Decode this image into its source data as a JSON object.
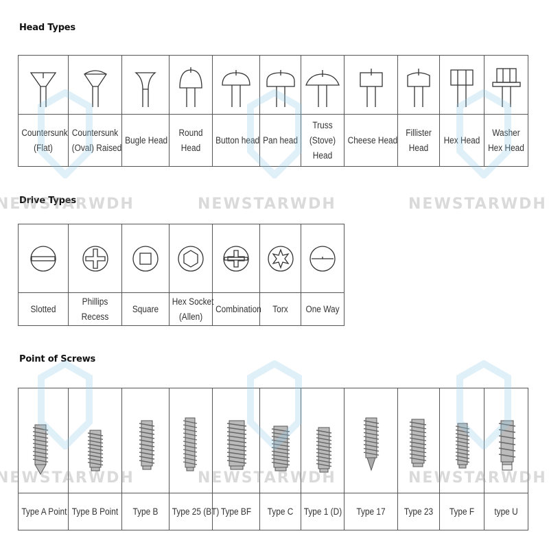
{
  "sections": {
    "head": {
      "title": "Head Types",
      "items": [
        {
          "lines": [
            "Countersunk",
            "(Flat)"
          ],
          "icon": "countersunk-flat-icon"
        },
        {
          "lines": [
            "Countersunk",
            "(Oval) Raised"
          ],
          "icon": "countersunk-oval-icon"
        },
        {
          "lines": [
            "Bugle Head"
          ],
          "icon": "bugle-head-icon"
        },
        {
          "lines": [
            "Round",
            "Head"
          ],
          "icon": "round-head-icon"
        },
        {
          "lines": [
            "Button head"
          ],
          "icon": "button-head-icon"
        },
        {
          "lines": [
            "Pan head"
          ],
          "icon": "pan-head-icon"
        },
        {
          "lines": [
            "Truss",
            "(Stove)",
            "Head"
          ],
          "icon": "truss-head-icon"
        },
        {
          "lines": [
            "Cheese Head"
          ],
          "icon": "cheese-head-icon"
        },
        {
          "lines": [
            "Fillister",
            "Head"
          ],
          "icon": "fillister-head-icon"
        },
        {
          "lines": [
            "Hex Head"
          ],
          "icon": "hex-head-icon"
        },
        {
          "lines": [
            "Washer",
            "Hex Head"
          ],
          "icon": "washer-hex-head-icon"
        }
      ]
    },
    "drive": {
      "title": "Drive Types",
      "items": [
        {
          "lines": [
            "Slotted"
          ],
          "icon": "slotted-drive-icon"
        },
        {
          "lines": [
            "Phillips",
            "Recess"
          ],
          "icon": "phillips-drive-icon"
        },
        {
          "lines": [
            "Square"
          ],
          "icon": "square-drive-icon"
        },
        {
          "lines": [
            "Hex Socket",
            "(Allen)"
          ],
          "icon": "hex-socket-drive-icon"
        },
        {
          "lines": [
            "Combination"
          ],
          "icon": "combination-drive-icon"
        },
        {
          "lines": [
            "Torx"
          ],
          "icon": "torx-drive-icon"
        },
        {
          "lines": [
            "One Way"
          ],
          "icon": "one-way-drive-icon"
        }
      ]
    },
    "point": {
      "title": "Point of Screws",
      "items": [
        {
          "lines": [
            "Type A Point"
          ],
          "icon": "type-a-point-icon"
        },
        {
          "lines": [
            "Type B Point"
          ],
          "icon": "type-b-point-icon"
        },
        {
          "lines": [
            "Type B"
          ],
          "icon": "type-b-icon"
        },
        {
          "lines": [
            "Type 25 (BT)"
          ],
          "icon": "type-25-bt-icon"
        },
        {
          "lines": [
            "Type BF"
          ],
          "icon": "type-bf-icon"
        },
        {
          "lines": [
            "Type C"
          ],
          "icon": "type-c-icon"
        },
        {
          "lines": [
            "Type 1 (D)"
          ],
          "icon": "type-1-d-icon"
        },
        {
          "lines": [
            "Type 17"
          ],
          "icon": "type-17-icon"
        },
        {
          "lines": [
            "Type 23"
          ],
          "icon": "type-23-icon"
        },
        {
          "lines": [
            "Type F"
          ],
          "icon": "type-f-icon"
        },
        {
          "lines": [
            "type U"
          ],
          "icon": "type-u-icon"
        }
      ]
    }
  },
  "watermark": {
    "text": "NEWSTARWDH",
    "color": "#9a9a9a",
    "logo_color": "#8fc8e8"
  }
}
